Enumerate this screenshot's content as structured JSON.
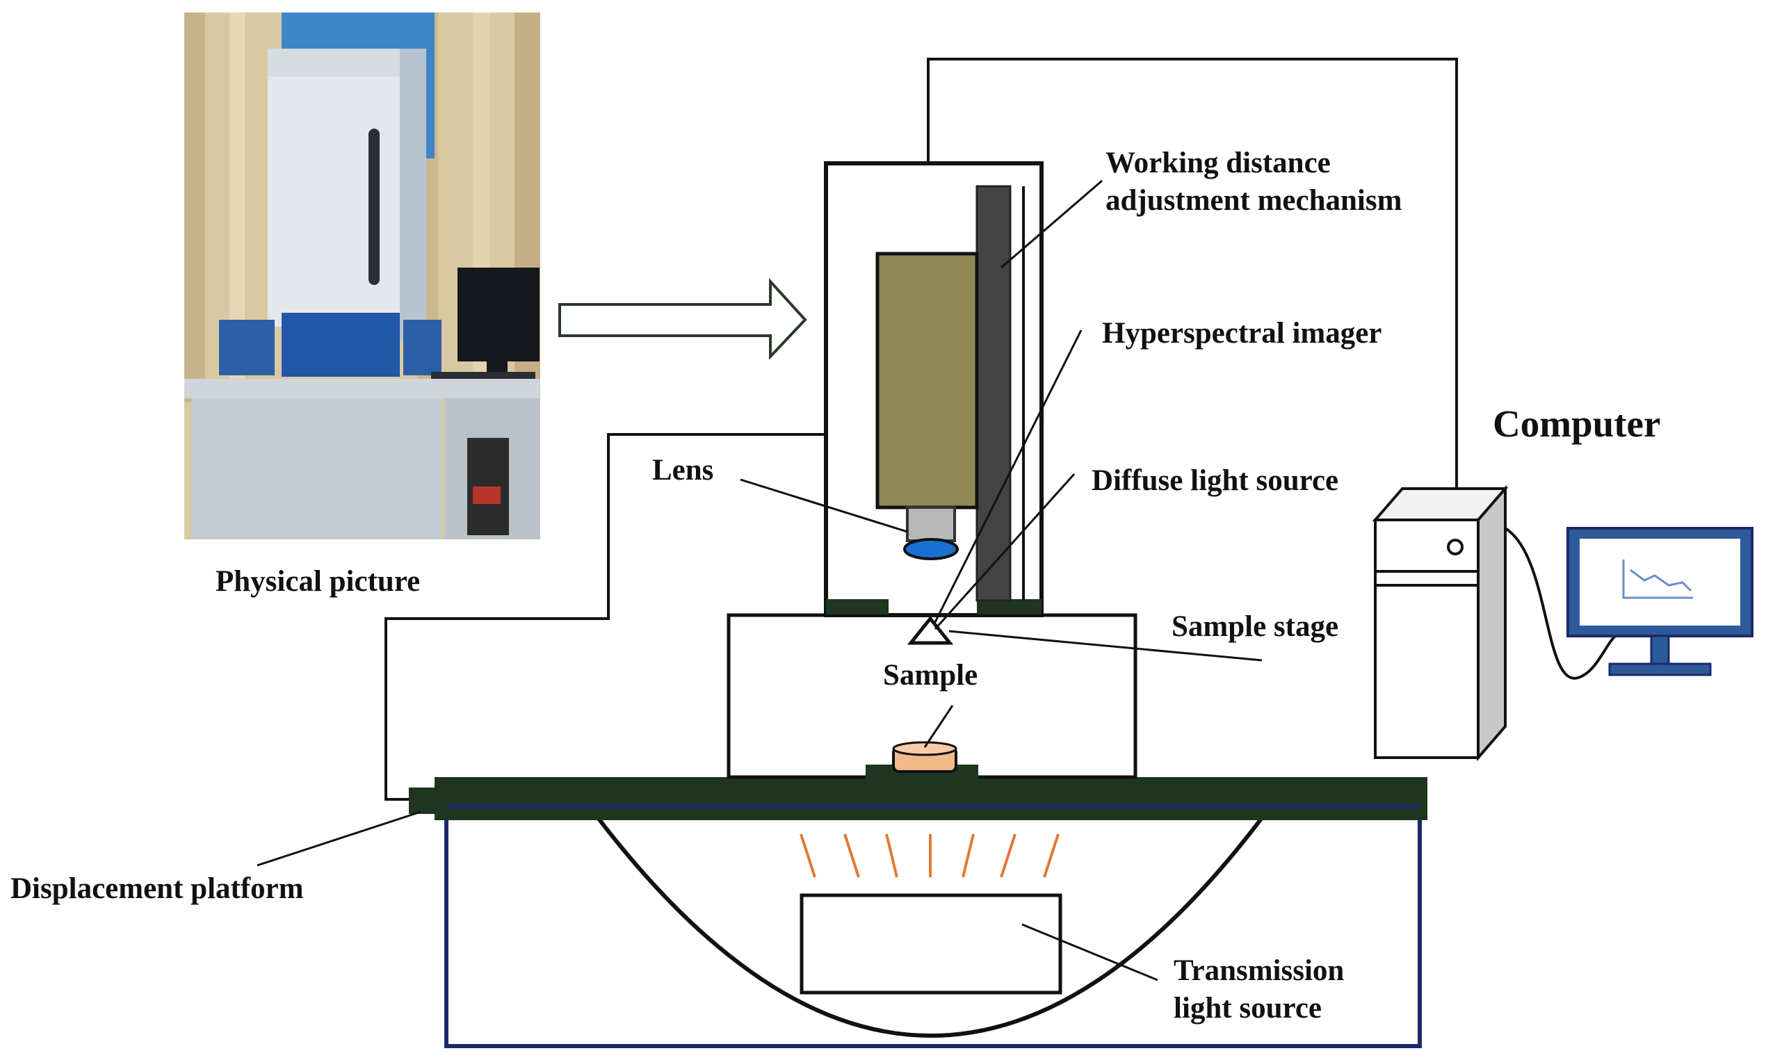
{
  "labels": {
    "physical_picture": "Physical picture",
    "working_distance_line1": "Working distance",
    "working_distance_line2": "adjustment mechanism",
    "hyperspectral_imager": "Hyperspectral imager",
    "computer": "Computer",
    "lens": "Lens",
    "diffuse_light_source": "Diffuse light source",
    "sample_stage": "Sample stage",
    "sample": "Sample",
    "displacement_platform": "Displacement platform",
    "transmission_line1": "Transmission",
    "transmission_line2": "light source"
  },
  "colors": {
    "imager_body": "#8f8a55",
    "rail": "#444444",
    "platform": "#1e3520",
    "trans_box": "#1a2a6b",
    "computer_screen": "#2d5b9a",
    "light_rays": "#e07a35",
    "sample": "#f2b98a"
  }
}
